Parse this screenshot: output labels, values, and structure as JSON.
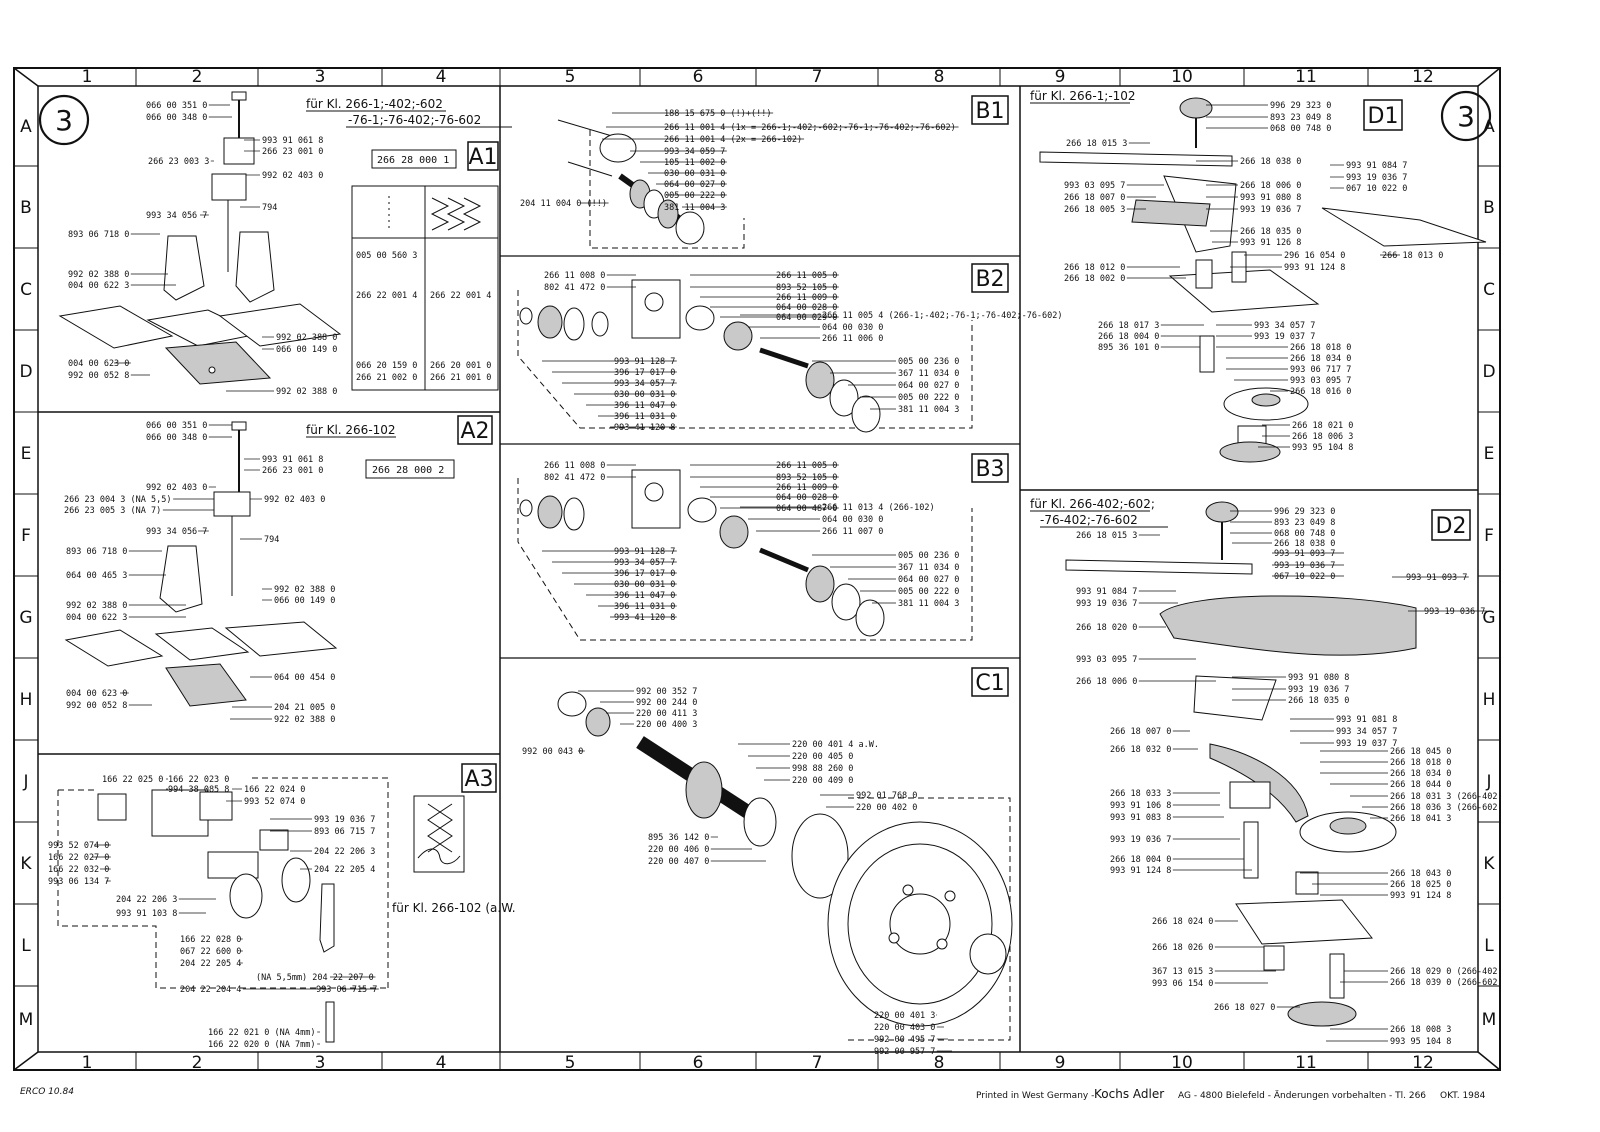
{
  "page_number": "3",
  "columns": [
    "1",
    "2",
    "3",
    "4",
    "5",
    "6",
    "7",
    "8",
    "9",
    "10",
    "11",
    "12"
  ],
  "rows": [
    "A",
    "B",
    "C",
    "D",
    "E",
    "F",
    "G",
    "H",
    "J",
    "K",
    "L",
    "M"
  ],
  "footer": {
    "printed": "Printed in West Germany -",
    "brand": "Kochs Adler",
    "company": "AG - 4800 Bielefeld - Änderungen vorbehalten - Tl. 266",
    "date": "OKT. 1984",
    "code": "ERCO 10.84"
  },
  "sections": {
    "A1": {
      "label": "A1",
      "title": [
        "für Kl. 266-1;-402;-602",
        "-76-1;-76-402;-76-602"
      ],
      "assembly": "266 28 000 1",
      "callouts": [
        "066 00 351 0",
        "066 00 348 0",
        "993 91 061 8",
        "266 23 001 0",
        "266 23 003 3",
        "992 02 403 0",
        "794",
        "993 34 056 7",
        "893 06 718 0",
        "992 02 388 0",
        "004 00 622 3",
        "992 02 388 0",
        "066 00 149 0",
        "004 00 623 0",
        "992 00 052 8",
        "992 02 388 0"
      ],
      "table": {
        "rows": [
          [
            "005 00 560 3",
            ""
          ],
          [
            "266 22 001 4",
            "266 22 001 4"
          ],
          [
            "066 20 159 0",
            "266 20 001 0"
          ],
          [
            "266 21 002 0",
            "266 21 001 0"
          ]
        ]
      }
    },
    "A2": {
      "label": "A2",
      "title": "für Kl. 266-102",
      "assembly": "266 28 000 2",
      "callouts": [
        "066 00 351 0",
        "066 00 348 0",
        "993 91 061 8",
        "266 23 001 0",
        "992 02 403 0",
        "266 23 004 3 (NA 5,5)",
        "266 23 005 3 (NA 7)",
        "992 02 403 0",
        "993 34 056 7",
        "794",
        "893 06 718 0",
        "064 00 465 3",
        "992 02 388 0",
        "066 00 149 0",
        "992 02 388 0",
        "004 00 622 3",
        "064 00 454 0",
        "004 00 623 0",
        "992 00 052 8",
        "204 21 005 0",
        "922 02 388 0"
      ]
    },
    "A3": {
      "label": "A3",
      "note": "für Kl. 266-102 (a.W.",
      "callouts": [
        "166 22 025 0",
        "166 22 023 0",
        "994 38 085 8",
        "166 22 024 0",
        "993 52 074 0",
        "993 52 074 0",
        "166 22 027 0",
        "166 22 032 0",
        "993 06 134 7",
        "993 19 036 7",
        "893 06 715 7",
        "204 22 206 3",
        "204 22 205 4",
        "204 22 206 3",
        "993 91 103 8",
        "166 22 028 0",
        "067 22 600 0",
        "204 22 205 4",
        "(NA 5,5mm) 204 22 207 0",
        "204 22 204 4",
        "993 06 715 7",
        "166 22 021 0 (NA 4mm)",
        "166 22 020 0 (NA 7mm)"
      ]
    },
    "B1": {
      "label": "B1",
      "callouts": [
        "188 15 675 0 (!)+(!!)",
        "266 11 001 4 (1x = 266-1;-402;-602;-76-1;-76-402;-76-602)",
        "266 11 001 4 (2x = 266-102)",
        "993 34 059 7",
        "105 11 002 0",
        "030 00 031 0",
        "064 00 027 0",
        "005 00 222 0",
        "381 11 004 3",
        "204 11 004 0 (!!)"
      ]
    },
    "B2": {
      "label": "B2",
      "callouts": [
        "266 11 008 0",
        "802 41 472 0",
        "266 11 005 0",
        "893 52 105 0",
        "266 11 009 0",
        "064 00 028 0",
        "064 00 029 0",
        "266 11 005 4 (266-1;-402;-76-1;-76-402;-76-602)",
        "064 00 030 0",
        "266 11 006 0",
        "993 91 128 7",
        "396 17 017 0",
        "993 34 057 7",
        "030 00 031 0",
        "396 11 047 0",
        "396 11 031 0",
        "993 41 120 8",
        "005 00 236 0",
        "367 11 034 0",
        "064 00 027 0",
        "005 00 222 0",
        "381 11 004 3"
      ]
    },
    "B3": {
      "label": "B3",
      "callouts": [
        "266 11 008 0",
        "802 41 472 0",
        "266 11 005 0",
        "893 52 105 0",
        "266 11 009 0",
        "064 00 028 0",
        "064 00 487 0",
        "266 11 013 4 (266-102)",
        "064 00 030 0",
        "266 11 007 0",
        "993 91 128 7",
        "993 34 057 7",
        "396 17 017 0",
        "030 00 031 0",
        "396 11 047 0",
        "396 11 031 0",
        "993 41 120 8",
        "005 00 236 0",
        "367 11 034 0",
        "064 00 027 0",
        "005 00 222 0",
        "381 11 004 3"
      ]
    },
    "C1": {
      "label": "C1",
      "callouts": [
        "992 00 352 7",
        "992 00 244 0",
        "220 00 411 3",
        "220 00 400 3",
        "992 00 043 0",
        "220 00 401 4 a.W.",
        "220 00 405 0",
        "998 88 260 0",
        "220 00 409 0",
        "992 01 768 0",
        "220 00 402 0",
        "895 36 142 0",
        "220 00 406 0",
        "220 00 407 0",
        "220 00 401 3",
        "220 00 403 0",
        "992 00 495 7",
        "992 00 957 7"
      ]
    },
    "D1": {
      "label": "D1",
      "title": "für Kl. 266-1;-102",
      "callouts": [
        "996 29 323 0",
        "893 23 049 8",
        "068 00 748 0",
        "266 18 015 3",
        "266 18 038 0",
        "993 91 084 7",
        "993 19 036 7",
        "067 10 022 0",
        "993 03 095 7",
        "266 18 006 0",
        "266 18 007 0",
        "993 91 080 8",
        "266 18 005 3",
        "993 19 036 7",
        "266 18 035 0",
        "993 91 126 8",
        "296 16 054 0",
        "266 18 013 0",
        "266 18 012 0",
        "993 91 124 8",
        "266 18 002 0",
        "266 18 017 3",
        "993 34 057 7",
        "266 18 004 0",
        "993 19 037 7",
        "895 36 101 0",
        "266 18 018 0",
        "266 18 034 0",
        "993 06 717 7",
        "993 03 095 7",
        "266 18 016 0",
        "266 18 021 0",
        "266 18 006 3",
        "993 95 104 8"
      ]
    },
    "D2": {
      "label": "D2",
      "title": [
        "für Kl. 266-402;-602;",
        "-76-402;-76-602"
      ],
      "callouts": [
        "996 29 323 0",
        "893 23 049 8",
        "068 00 748 0",
        "266 18 015 3",
        "266 18 038 0",
        "993 91 093 7",
        "993 19 036 7",
        "067 10 022 0",
        "993 91 093 7",
        "993 91 084 7",
        "993 19 036 7",
        "993 19 036 7",
        "266 18 020 0",
        "993 03 095 7",
        "266 18 006 0",
        "993 91 080 8",
        "993 19 036 7",
        "266 18 035 0",
        "993 91 081 8",
        "266 18 007 0",
        "993 34 057 7",
        "993 19 037 7",
        "266 18 032 0",
        "266 18 045 0",
        "266 18 018 0",
        "266 18 034 0",
        "266 18 033 3",
        "266 18 044 0",
        "993 91 106 8",
        "266 18 031 3 (266-402)",
        "993 91 083 8",
        "266 18 036 3 (266-602)",
        "266 18 041 3",
        "993 19 036 7",
        "266 18 004 0",
        "993 91 124 8",
        "266 18 043 0",
        "266 18 025 0",
        "993 91 124 8",
        "266 18 024 0",
        "266 18 026 0",
        "367 13 015 3",
        "993 06 154 0",
        "266 18 029 0 (266-402)",
        "266 18 039 0 (266-602)",
        "266 18 027 0",
        "266 18 008 3",
        "993 95 104 8"
      ]
    }
  }
}
